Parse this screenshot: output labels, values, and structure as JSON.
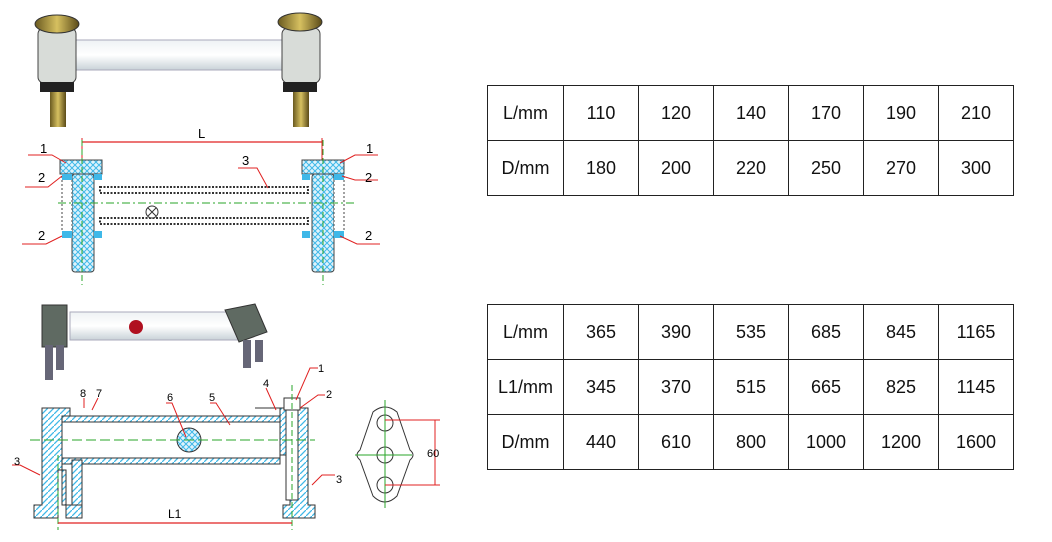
{
  "diagram1": {
    "dimension_label": "L",
    "part_labels": [
      "1",
      "1",
      "2",
      "2",
      "2",
      "2",
      "3"
    ]
  },
  "diagram2": {
    "dimension_label": "L1",
    "part_labels": [
      "1",
      "2",
      "3",
      "3",
      "4",
      "5",
      "6",
      "7",
      "8"
    ],
    "flange_dimension": "60"
  },
  "table1": {
    "rows": [
      {
        "header": "L/mm",
        "values": [
          "110",
          "120",
          "140",
          "170",
          "190",
          "210"
        ]
      },
      {
        "header": "D/mm",
        "values": [
          "180",
          "200",
          "220",
          "250",
          "270",
          "300"
        ]
      }
    ]
  },
  "table2": {
    "rows": [
      {
        "header": "L/mm",
        "values": [
          "365",
          "390",
          "535",
          "685",
          "845",
          "1165"
        ]
      },
      {
        "header": "L1/mm",
        "values": [
          "345",
          "370",
          "515",
          "665",
          "825",
          "1145"
        ]
      },
      {
        "header": "D/mm",
        "values": [
          "440",
          "610",
          "800",
          "1000",
          "1200",
          "1600"
        ]
      }
    ]
  },
  "colors": {
    "hatch": "#3fb8e8",
    "dimension": "#e02020",
    "centerline": "#2aa52a",
    "ball": "#b01020"
  }
}
